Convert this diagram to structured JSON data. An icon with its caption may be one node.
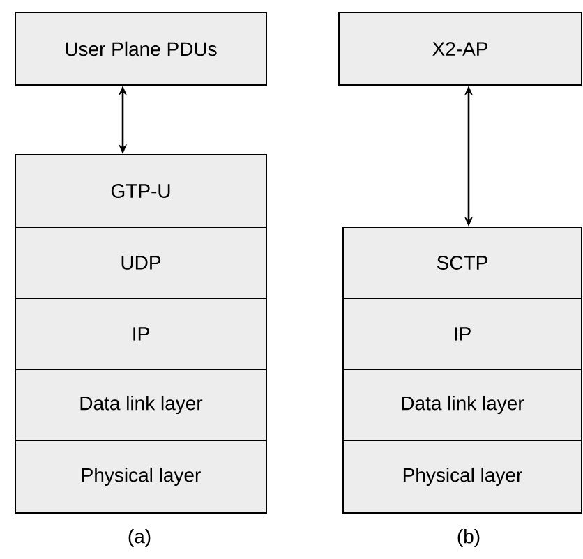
{
  "diagram": {
    "nodes": [
      {
        "text": [
          "User Plane PDUs"
        ]
      },
      {
        "text": [
          "GTP-U"
        ]
      },
      {
        "text": [
          "UDP"
        ]
      },
      {
        "text": [
          "IP"
        ]
      },
      {
        "text": [
          "Data link layer"
        ]
      },
      {
        "text": [
          "Physical layer"
        ]
      },
      {
        "text": [
          "X2-AP"
        ]
      },
      {
        "text": [
          "SCTP"
        ]
      },
      {
        "text": [
          "IP"
        ]
      },
      {
        "text": [
          "Data link layer"
        ]
      },
      {
        "text": [
          "Physical layer"
        ]
      }
    ],
    "edges": [
      {
        "from": 0,
        "to": 1,
        "arrow": "both"
      },
      {
        "from": 6,
        "to": 7,
        "arrow": "both"
      }
    ],
    "labels": [
      "(a)",
      "(b)"
    ]
  }
}
